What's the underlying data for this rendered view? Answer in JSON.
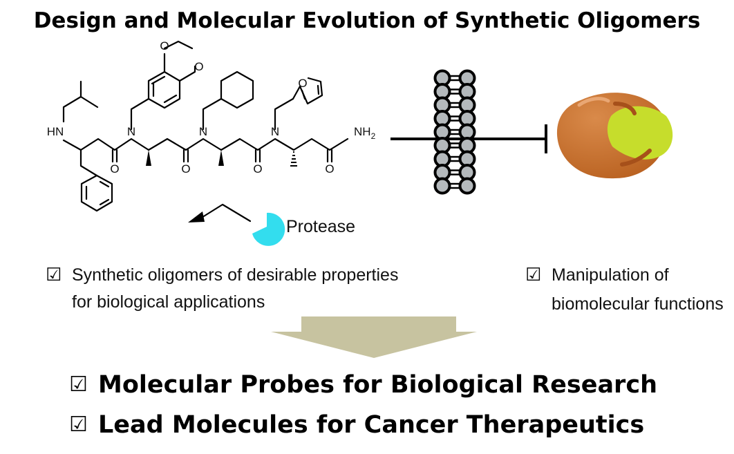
{
  "title": "Design and Molecular Evolution of Synthetic Oligomers",
  "molecule": {
    "atoms": {
      "hn": "HN",
      "n1": "N",
      "n2": "N",
      "n3": "N",
      "nh2": "NH",
      "nh2_sub": "2",
      "o_carbonyl_1": "O",
      "o_carbonyl_2": "O",
      "o_carbonyl_3": "O",
      "o_carbonyl_4": "O",
      "o_dioxole_1": "O",
      "o_dioxole_2": "O",
      "o_furan": "O"
    }
  },
  "protease_label": "Protease",
  "check_symbol": "☑",
  "bullets_left": [
    "Synthetic oligomers of desirable properties",
    "for biological applications"
  ],
  "bullets_right": [
    "Manipulation of",
    "biomolecular functions"
  ],
  "outcomes": [
    "Molecular Probes for Biological Research",
    "Lead Molecules for Cancer Therapeutics"
  ],
  "colors": {
    "protease": "#33ddee",
    "protein_body": "#c8702f",
    "protein_pocket": "#c6dd2c",
    "ladder_bead": "#b4b9bc",
    "arrow_fill": "#c7c3a0"
  }
}
